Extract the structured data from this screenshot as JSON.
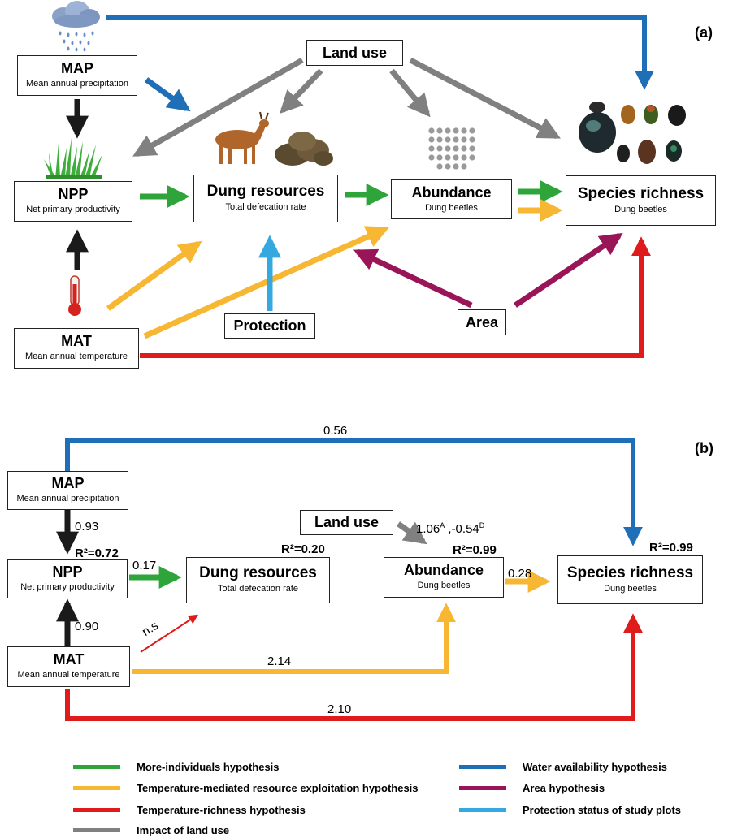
{
  "panel_a": {
    "label": "(a)",
    "map": {
      "title": "MAP",
      "subtitle": "Mean annual precipitation"
    },
    "npp": {
      "title": "NPP",
      "subtitle": "Net primary productivity"
    },
    "mat": {
      "title": "MAT",
      "subtitle": "Mean annual temperature"
    },
    "land_use": {
      "title": "Land use"
    },
    "dung": {
      "title": "Dung resources",
      "subtitle": "Total defecation rate"
    },
    "abundance": {
      "title": "Abundance",
      "subtitle": "Dung beetles"
    },
    "richness": {
      "title": "Species richness",
      "subtitle": "Dung beetles"
    },
    "protection": {
      "title": "Protection"
    },
    "area": {
      "title": "Area"
    }
  },
  "panel_b": {
    "label": "(b)",
    "map": {
      "title": "MAP",
      "subtitle": "Mean annual precipitation"
    },
    "npp": {
      "title": "NPP",
      "subtitle": "Net primary productivity"
    },
    "mat": {
      "title": "MAT",
      "subtitle": "Mean annual temperature"
    },
    "land_use": {
      "title": "Land use"
    },
    "dung": {
      "title": "Dung resources",
      "subtitle": "Total defecation rate"
    },
    "abundance": {
      "title": "Abundance",
      "subtitle": "Dung beetles"
    },
    "richness": {
      "title": "Species richness",
      "subtitle": "Dung beetles"
    },
    "coefficients": {
      "map_richness": "0.56",
      "map_npp": "0.93",
      "mat_npp": "0.90",
      "npp_dung": "0.17",
      "mat_dung": "n.s",
      "mat_abundance": "2.14",
      "mat_richness": "2.10",
      "abundance_richness": "0.28",
      "land_use_abundance_a": "1.06",
      "land_use_abundance_a_sup": "A",
      "land_use_abundance_sep": " ,",
      "land_use_abundance_d": "-0.54",
      "land_use_abundance_d_sup": "D"
    },
    "r2": {
      "prefix": "R²=",
      "npp": "0.72",
      "dung": "0.20",
      "abundance": "0.99",
      "richness": "0.99"
    }
  },
  "legend": [
    {
      "label": "More-individuals hypothesis",
      "color": "#2ea43a"
    },
    {
      "label": "Temperature-mediated resource exploitation hypothesis",
      "color": "#f7b733"
    },
    {
      "label": "Temperature-richness hypothesis",
      "color": "#e01b1b"
    },
    {
      "label": "Impact of land use",
      "color": "#808080"
    },
    {
      "label": "Water availability hypothesis",
      "color": "#1f6fb8"
    },
    {
      "label": "Area hypothesis",
      "color": "#9a1458"
    },
    {
      "label": "Protection status of study plots",
      "color": "#35a8e0"
    }
  ],
  "icons": [
    "rain-cloud-icon",
    "grass-icon",
    "thermometer-icon",
    "deer-icon",
    "dung-pile-icon",
    "dot-grid-icon",
    "beetles-icon"
  ]
}
